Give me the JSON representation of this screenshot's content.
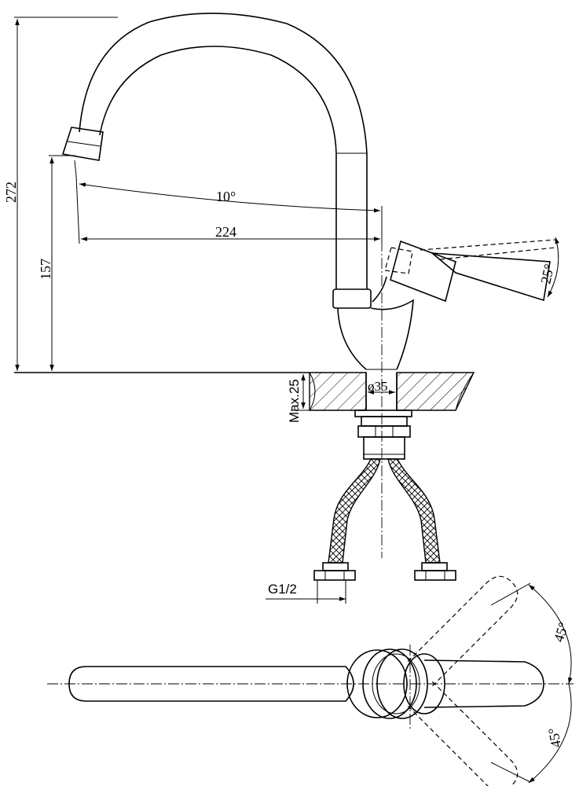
{
  "dimensions": {
    "total_height": "272",
    "spout_height": "157",
    "spout_angle": "10°",
    "spout_reach": "224",
    "lever_angle": "25°",
    "max_thickness": "Max.25",
    "hole_diameter": "ø35",
    "thread": "G1/2",
    "rotation_top": "45°",
    "rotation_bottom": "45°"
  },
  "colors": {
    "line": "#000000",
    "background": "#ffffff"
  }
}
